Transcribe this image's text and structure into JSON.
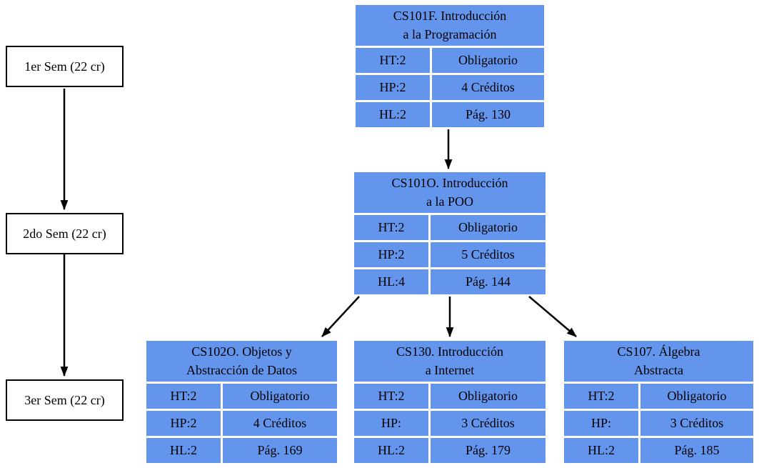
{
  "diagram": {
    "type": "course-prerequisite-graph",
    "colors": {
      "course_node_fill": "#6495ED",
      "node_text": "#000000",
      "edge": "#000000",
      "semester_node_fill": "#ffffff",
      "semester_node_border": "#000000",
      "background": "#ffffff"
    }
  },
  "semesters": [
    {
      "label": "1er Sem (22 cr)"
    },
    {
      "label": "2do Sem (22 cr)"
    },
    {
      "label": "3er Sem (22 cr)"
    }
  ],
  "courses": [
    {
      "id": "CS101F",
      "title": "CS101F. Introducción\na la Programación",
      "rows": [
        [
          "HT:2",
          "Obligatorio"
        ],
        [
          "HP:2",
          "4 Créditos"
        ],
        [
          "HL:2",
          "Pág. 130"
        ]
      ]
    },
    {
      "id": "CS101O",
      "title": "CS101O. Introducción\na la POO",
      "rows": [
        [
          "HT:2",
          "Obligatorio"
        ],
        [
          "HP:2",
          "5 Créditos"
        ],
        [
          "HL:4",
          "Pág. 144"
        ]
      ]
    },
    {
      "id": "CS102O",
      "title": "CS102O. Objetos y\nAbstracción de Datos",
      "rows": [
        [
          "HT:2",
          "Obligatorio"
        ],
        [
          "HP:2",
          "4 Créditos"
        ],
        [
          "HL:2",
          "Pág. 169"
        ]
      ]
    },
    {
      "id": "CS130",
      "title": "CS130. Introducción\na Internet",
      "rows": [
        [
          "HT:2",
          "Obligatorio"
        ],
        [
          "HP:",
          "3 Créditos"
        ],
        [
          "HL:2",
          "Pág. 179"
        ]
      ]
    },
    {
      "id": "CS107",
      "title": "CS107. Álgebra\nAbstracta",
      "rows": [
        [
          "HT:2",
          "Obligatorio"
        ],
        [
          "HP:",
          "3 Créditos"
        ],
        [
          "HL:2",
          "Pág. 185"
        ]
      ]
    }
  ],
  "edges": [
    {
      "from": "1er Sem (22 cr)",
      "to": "2do Sem (22 cr)"
    },
    {
      "from": "2do Sem (22 cr)",
      "to": "3er Sem (22 cr)"
    },
    {
      "from": "CS101F",
      "to": "CS101O"
    },
    {
      "from": "CS101O",
      "to": "CS102O"
    },
    {
      "from": "CS101O",
      "to": "CS130"
    },
    {
      "from": "CS101O",
      "to": "CS107"
    }
  ]
}
